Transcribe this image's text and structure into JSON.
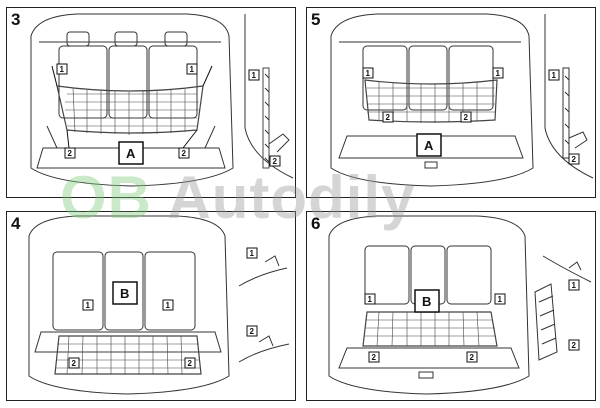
{
  "panels": [
    {
      "step": "3",
      "letter": "A",
      "callouts": [
        "1",
        "1",
        "2",
        "2",
        "1",
        "2"
      ]
    },
    {
      "step": "5",
      "letter": "A",
      "callouts": [
        "1",
        "1",
        "2",
        "2",
        "1",
        "2"
      ]
    },
    {
      "step": "4",
      "letter": "B",
      "callouts": [
        "1",
        "1",
        "2",
        "2",
        "1",
        "2"
      ]
    },
    {
      "step": "6",
      "letter": "B",
      "callouts": [
        "1",
        "1",
        "2",
        "2",
        "1",
        "2"
      ]
    }
  ],
  "watermark": {
    "part1": "OB",
    "part2": "Autodily"
  },
  "colors": {
    "line": "#333333",
    "net": "#444444",
    "watermark_green": "#78c878",
    "watermark_gray": "#969696"
  }
}
